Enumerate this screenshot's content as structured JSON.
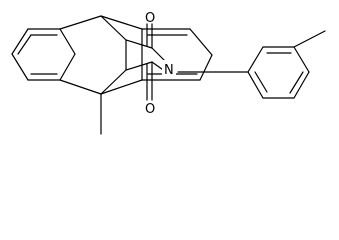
{
  "diagram": {
    "type": "chemical-structure",
    "atom_labels": {
      "oxygen_top": "O",
      "oxygen_bottom": "O",
      "nitrogen": "N"
    }
  }
}
